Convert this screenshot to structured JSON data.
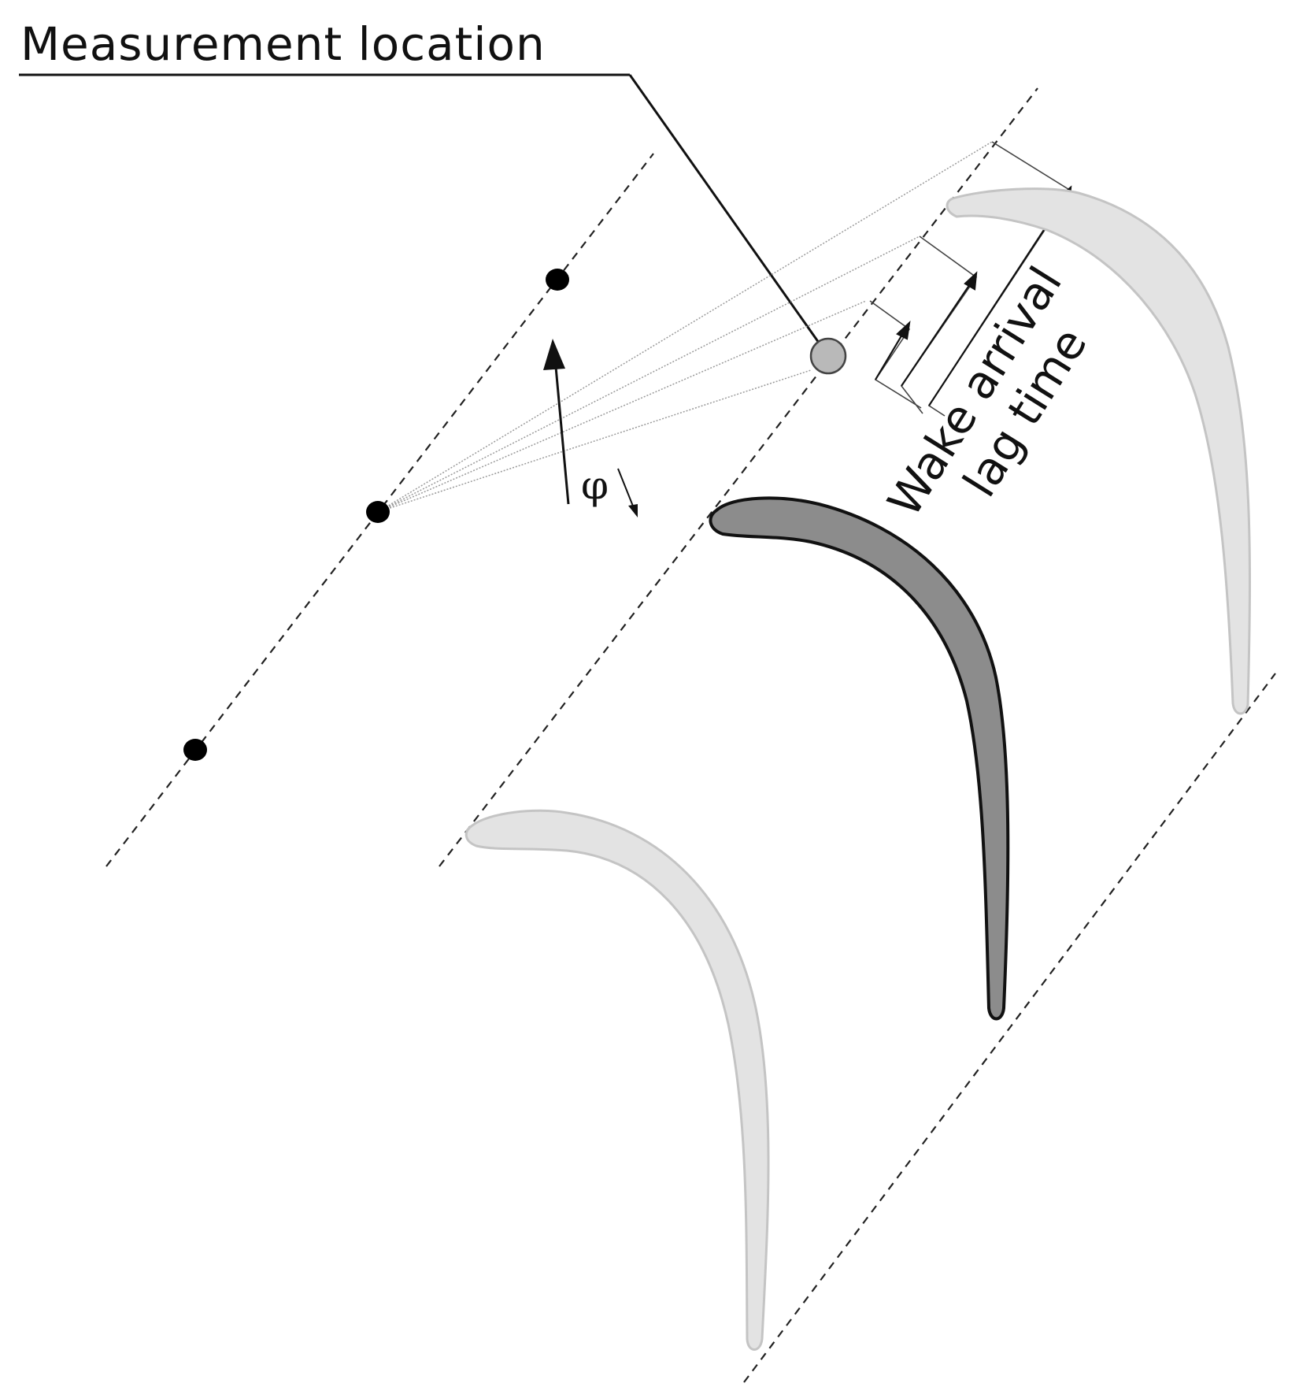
{
  "labels": {
    "measurement_location": "Measurement location",
    "wake_arrival_line1": "Wake arrival",
    "wake_arrival_line2": "lag time",
    "phi": "φ"
  },
  "colors": {
    "background": "#ffffff",
    "ink": "#111111",
    "active_blade_fill": "#8c8c8c",
    "ghost_blade_fill": "#e3e3e3",
    "ghost_blade_stroke": "#c4c4c4",
    "probe_fill": "#b9b9b9",
    "wake_ray": "#9a9a9a"
  }
}
